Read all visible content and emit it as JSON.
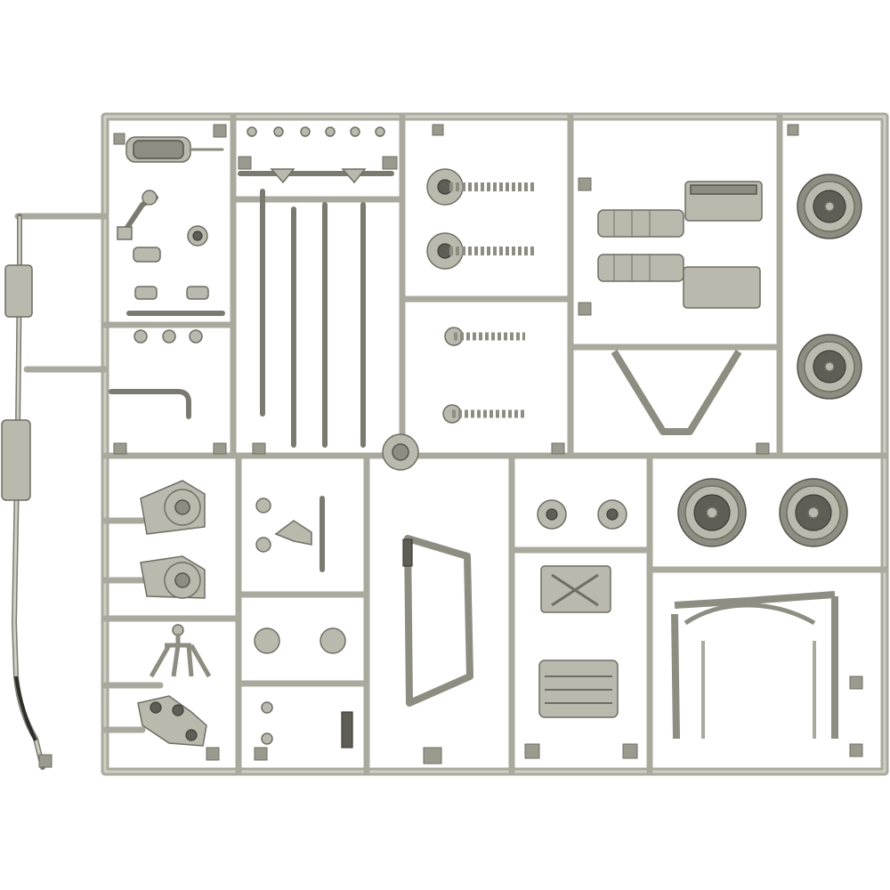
{
  "colors": {
    "background": "#ffffff",
    "plastic": "#b9b9ae",
    "plastic_shadow": "#6e6e64",
    "runner": "#a9a99d"
  },
  "icons": [
    "sprue-frame",
    "exhaust-pipe",
    "wheel-rim",
    "engine-block",
    "drive-shaft",
    "roll-cage",
    "differential-housing",
    "transmission",
    "oil-pan"
  ]
}
